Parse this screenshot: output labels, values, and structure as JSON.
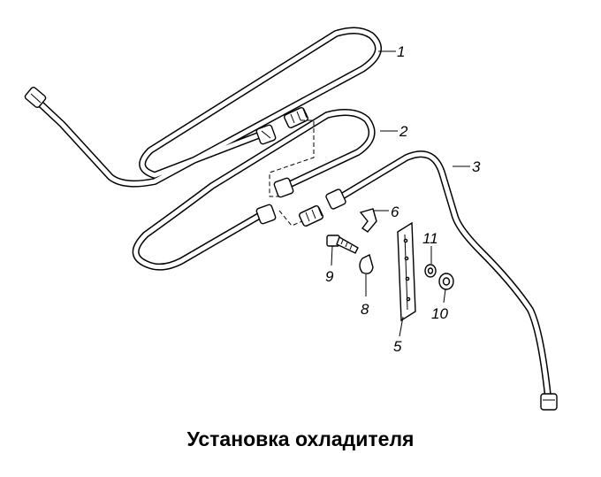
{
  "caption": "Установка охладителя",
  "callouts": [
    "1",
    "2",
    "3",
    "5",
    "6",
    "8",
    "9",
    "10",
    "11"
  ]
}
